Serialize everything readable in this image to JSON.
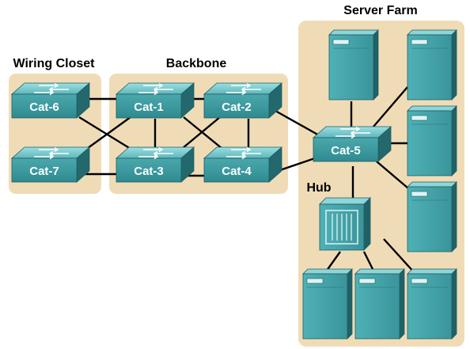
{
  "colors": {
    "region_fill": "#efdcb7",
    "device_front": "#3f9da2",
    "device_top": "#7fcfd3",
    "device_side": "#236a70",
    "link": "#000000"
  },
  "regions": {
    "wiring_closet": "Wiring Closet",
    "backbone": "Backbone",
    "server_farm": "Server Farm",
    "hub": "Hub"
  },
  "switches": {
    "cat6": "Cat-6",
    "cat7": "Cat-7",
    "cat1": "Cat-1",
    "cat2": "Cat-2",
    "cat3": "Cat-3",
    "cat4": "Cat-4",
    "cat5": "Cat-5"
  },
  "icons": {
    "switch": "switch-icon",
    "server": "server-tower-icon",
    "hub": "hub-icon"
  }
}
